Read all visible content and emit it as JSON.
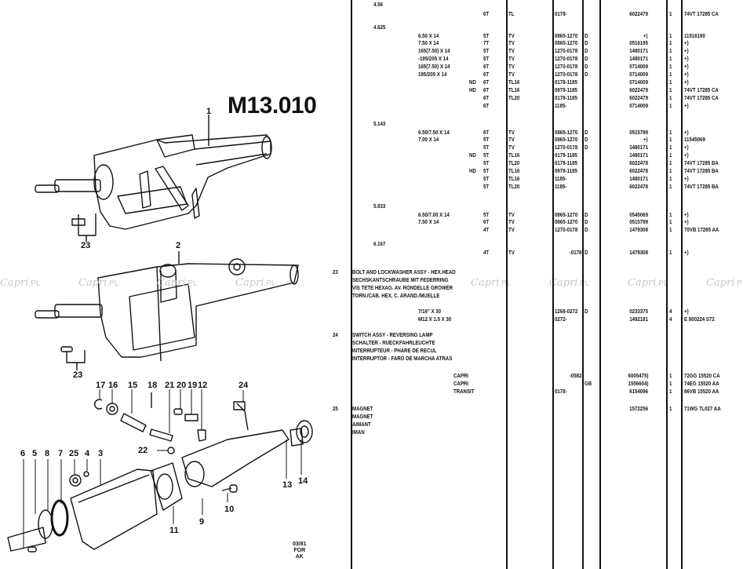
{
  "diagram": {
    "title": "M13.010",
    "stamp": [
      "03/81",
      "FOR",
      "AK"
    ],
    "callouts": [
      "1",
      "2",
      "23",
      "23",
      "17",
      "16",
      "15",
      "18",
      "21",
      "20",
      "19",
      "12",
      "24",
      "22",
      "6",
      "5",
      "8",
      "7",
      "25",
      "4",
      "3",
      "11",
      "9",
      "10",
      "13",
      "14"
    ]
  },
  "watermark": {
    "text": "Capri",
    "suffix": ".PL"
  },
  "groups": [
    {
      "ratio": "4.56",
      "rows": [
        {
          "size": "",
          "hd": "",
          "tonnage": "6T",
          "type": "TL",
          "date": "0178-",
          "d": "",
          "part": "6022479",
          "qty": "1",
          "ref": "74VT 17285 CA"
        }
      ]
    },
    {
      "ratio": "4.625",
      "rows": [
        {
          "size": "6.50 X 14",
          "hd": "",
          "tonnage": "5T",
          "type": "TV",
          "date": "0865-1270",
          "d": "D",
          "part": "+)",
          "qty": "1",
          "ref": "11516190"
        },
        {
          "size": "7.50 X 14",
          "hd": "",
          "tonnage": "7T",
          "type": "TV",
          "date": "0865-1270",
          "d": "D",
          "part": "0516195",
          "qty": "1",
          "ref": "+)"
        },
        {
          "size": "165(7.50) X 14",
          "hd": "",
          "tonnage": "5T",
          "type": "TV",
          "date": "1270-0178",
          "d": "D",
          "part": "1480171",
          "qty": "1",
          "ref": "+)"
        },
        {
          "size": "-195/205 X 14",
          "hd": "",
          "tonnage": "5T",
          "type": "TV",
          "date": "1270-0178",
          "d": "D",
          "part": "1480171",
          "qty": "1",
          "ref": "+)"
        },
        {
          "size": "165(7.50) X 14",
          "hd": "",
          "tonnage": "6T",
          "type": "TV",
          "date": "1270-0178",
          "d": "D",
          "part": "0714009",
          "qty": "1",
          "ref": "+)"
        },
        {
          "size": "195/205 X 14",
          "hd": "",
          "tonnage": "6T",
          "type": "TV",
          "date": "1270-0178",
          "d": "D",
          "part": "0714009",
          "qty": "1",
          "ref": "+)"
        },
        {
          "size": "",
          "hd": "ND",
          "tonnage": "6T",
          "type": "TL16",
          "date": "0178-1185",
          "d": "",
          "part": "0714009",
          "qty": "1",
          "ref": "+)"
        },
        {
          "size": "",
          "hd": "HD",
          "tonnage": "6T",
          "type": "TL16",
          "date": "0978-1185",
          "d": "",
          "part": "6022479",
          "qty": "1",
          "ref": "74VT 17285 CA"
        },
        {
          "size": "",
          "hd": "",
          "tonnage": "6T",
          "type": "TL20",
          "date": "0178-1185",
          "d": "",
          "part": "6022479",
          "qty": "1",
          "ref": "74VT 17285 CA"
        },
        {
          "size": "",
          "hd": "",
          "tonnage": "6T",
          "type": "",
          "date": "1185-",
          "d": "",
          "part": "0714009",
          "qty": "1",
          "ref": "+)"
        }
      ]
    },
    {
      "ratio": "5.143",
      "rows": [
        {
          "size": "6.50/7.50 X 14",
          "hd": "",
          "tonnage": "6T",
          "type": "TV",
          "date": "0865-1270",
          "d": "D",
          "part": "0515799",
          "qty": "1",
          "ref": "+)"
        },
        {
          "size": "7.00 X 14",
          "hd": "",
          "tonnage": "5T",
          "type": "TV",
          "date": "0865-1270",
          "d": "D",
          "part": "+)",
          "qty": "1",
          "ref": "11545069"
        },
        {
          "size": "",
          "hd": "",
          "tonnage": "5T",
          "type": "TV",
          "date": "1270-0178",
          "d": "D",
          "part": "1480171",
          "qty": "1",
          "ref": "+)"
        },
        {
          "size": "",
          "hd": "ND",
          "tonnage": "5T",
          "type": "TL16",
          "date": "0178-1185",
          "d": "",
          "part": "1480171",
          "qty": "1",
          "ref": "+)"
        },
        {
          "size": "",
          "hd": "",
          "tonnage": "5T",
          "type": "TL20",
          "date": "0178-1185",
          "d": "",
          "part": "6022478",
          "qty": "1",
          "ref": "74VT 17285 BA"
        },
        {
          "size": "",
          "hd": "HD",
          "tonnage": "5T",
          "type": "TL16",
          "date": "0978-1185",
          "d": "",
          "part": "6022478",
          "qty": "1",
          "ref": "74VT 17285 BA"
        },
        {
          "size": "",
          "hd": "",
          "tonnage": "5T",
          "type": "TL16",
          "date": "1185-",
          "d": "",
          "part": "1480171",
          "qty": "1",
          "ref": "+)"
        },
        {
          "size": "",
          "hd": "",
          "tonnage": "5T",
          "type": "TL20",
          "date": "1185-",
          "d": "",
          "part": "6022478",
          "qty": "1",
          "ref": "74VT 17285 BA"
        }
      ]
    },
    {
      "ratio": "5.833",
      "rows": [
        {
          "size": "6.50/7.00 X 14",
          "hd": "",
          "tonnage": "5T",
          "type": "TV",
          "date": "0865-1270",
          "d": "D",
          "part": "0545069",
          "qty": "1",
          "ref": "+)"
        },
        {
          "size": "7.50 X 14",
          "hd": "",
          "tonnage": "6T",
          "type": "TV",
          "date": "0865-1270",
          "d": "D",
          "part": "0515799",
          "qty": "1",
          "ref": "+)"
        },
        {
          "size": "",
          "hd": "",
          "tonnage": "4T",
          "type": "TV",
          "date": "1270-0178",
          "d": "D",
          "part": "1479308",
          "qty": "1",
          "ref": "70VB 17285 AA"
        }
      ]
    },
    {
      "ratio": "6.167",
      "rows": [
        {
          "size": "",
          "hd": "",
          "tonnage": "4T",
          "type": "TV",
          "date": "-0178",
          "d": "D",
          "part": "1479308",
          "qty": "1",
          "ref": "+)"
        }
      ]
    }
  ],
  "items": [
    {
      "num": "23",
      "desc": [
        "BOLT AND LOCKWASHER ASSY - HEX.HEAD",
        "SECHSKANTSCHRAUBE MIT FEDERRING",
        "VIS TETE HEXAG. AV. RONDELLE GROWER",
        "TORN./CAB. HEX. C. ARAND./MUELLE"
      ],
      "rows": [
        {
          "size": "7/16\" X 30",
          "model": "",
          "date": "1268-0272",
          "d": "D",
          "part": "0233375",
          "qty": "4",
          "ref": "+)"
        },
        {
          "size": "M12 X 1.5 X 30",
          "model": "",
          "date": "0272-",
          "d": "",
          "part": "1492181",
          "qty": "4",
          "ref": "E 800224 S72"
        }
      ]
    },
    {
      "num": "24",
      "desc": [
        "SWITCH ASSY - REVERSING LAMP",
        "SCHALTER - RUECKFAHRLEUCHTE",
        "INTERRUPTEUR - PHARE DE RECUL",
        "INTERRUPTOR - FARO DE MARCHA ATRAS"
      ],
      "rows": [
        {
          "size": "",
          "model": "CAPRI",
          "date": "-0582",
          "d": "",
          "part": "6005475)",
          "qty": "1",
          "ref": "72GG 15520 CA"
        },
        {
          "size": "",
          "model": "CAPRI",
          "date": "",
          "d": "GB",
          "part": "1556604)",
          "qty": "1",
          "ref": "74EG 15520 AA"
        },
        {
          "size": "",
          "model": "TRANSIT",
          "date": "0178-",
          "d": "",
          "part": "6154096",
          "qty": "1",
          "ref": "86VB 15520 AA"
        }
      ]
    },
    {
      "num": "25",
      "desc": [
        "MAGNET",
        "MAGNET",
        "AIMANT",
        "IMAN"
      ],
      "rows": [
        {
          "size": "",
          "model": "",
          "date": "",
          "d": "",
          "part": "1572256",
          "qty": "1",
          "ref": "71WG 7L027 AA"
        }
      ]
    }
  ]
}
